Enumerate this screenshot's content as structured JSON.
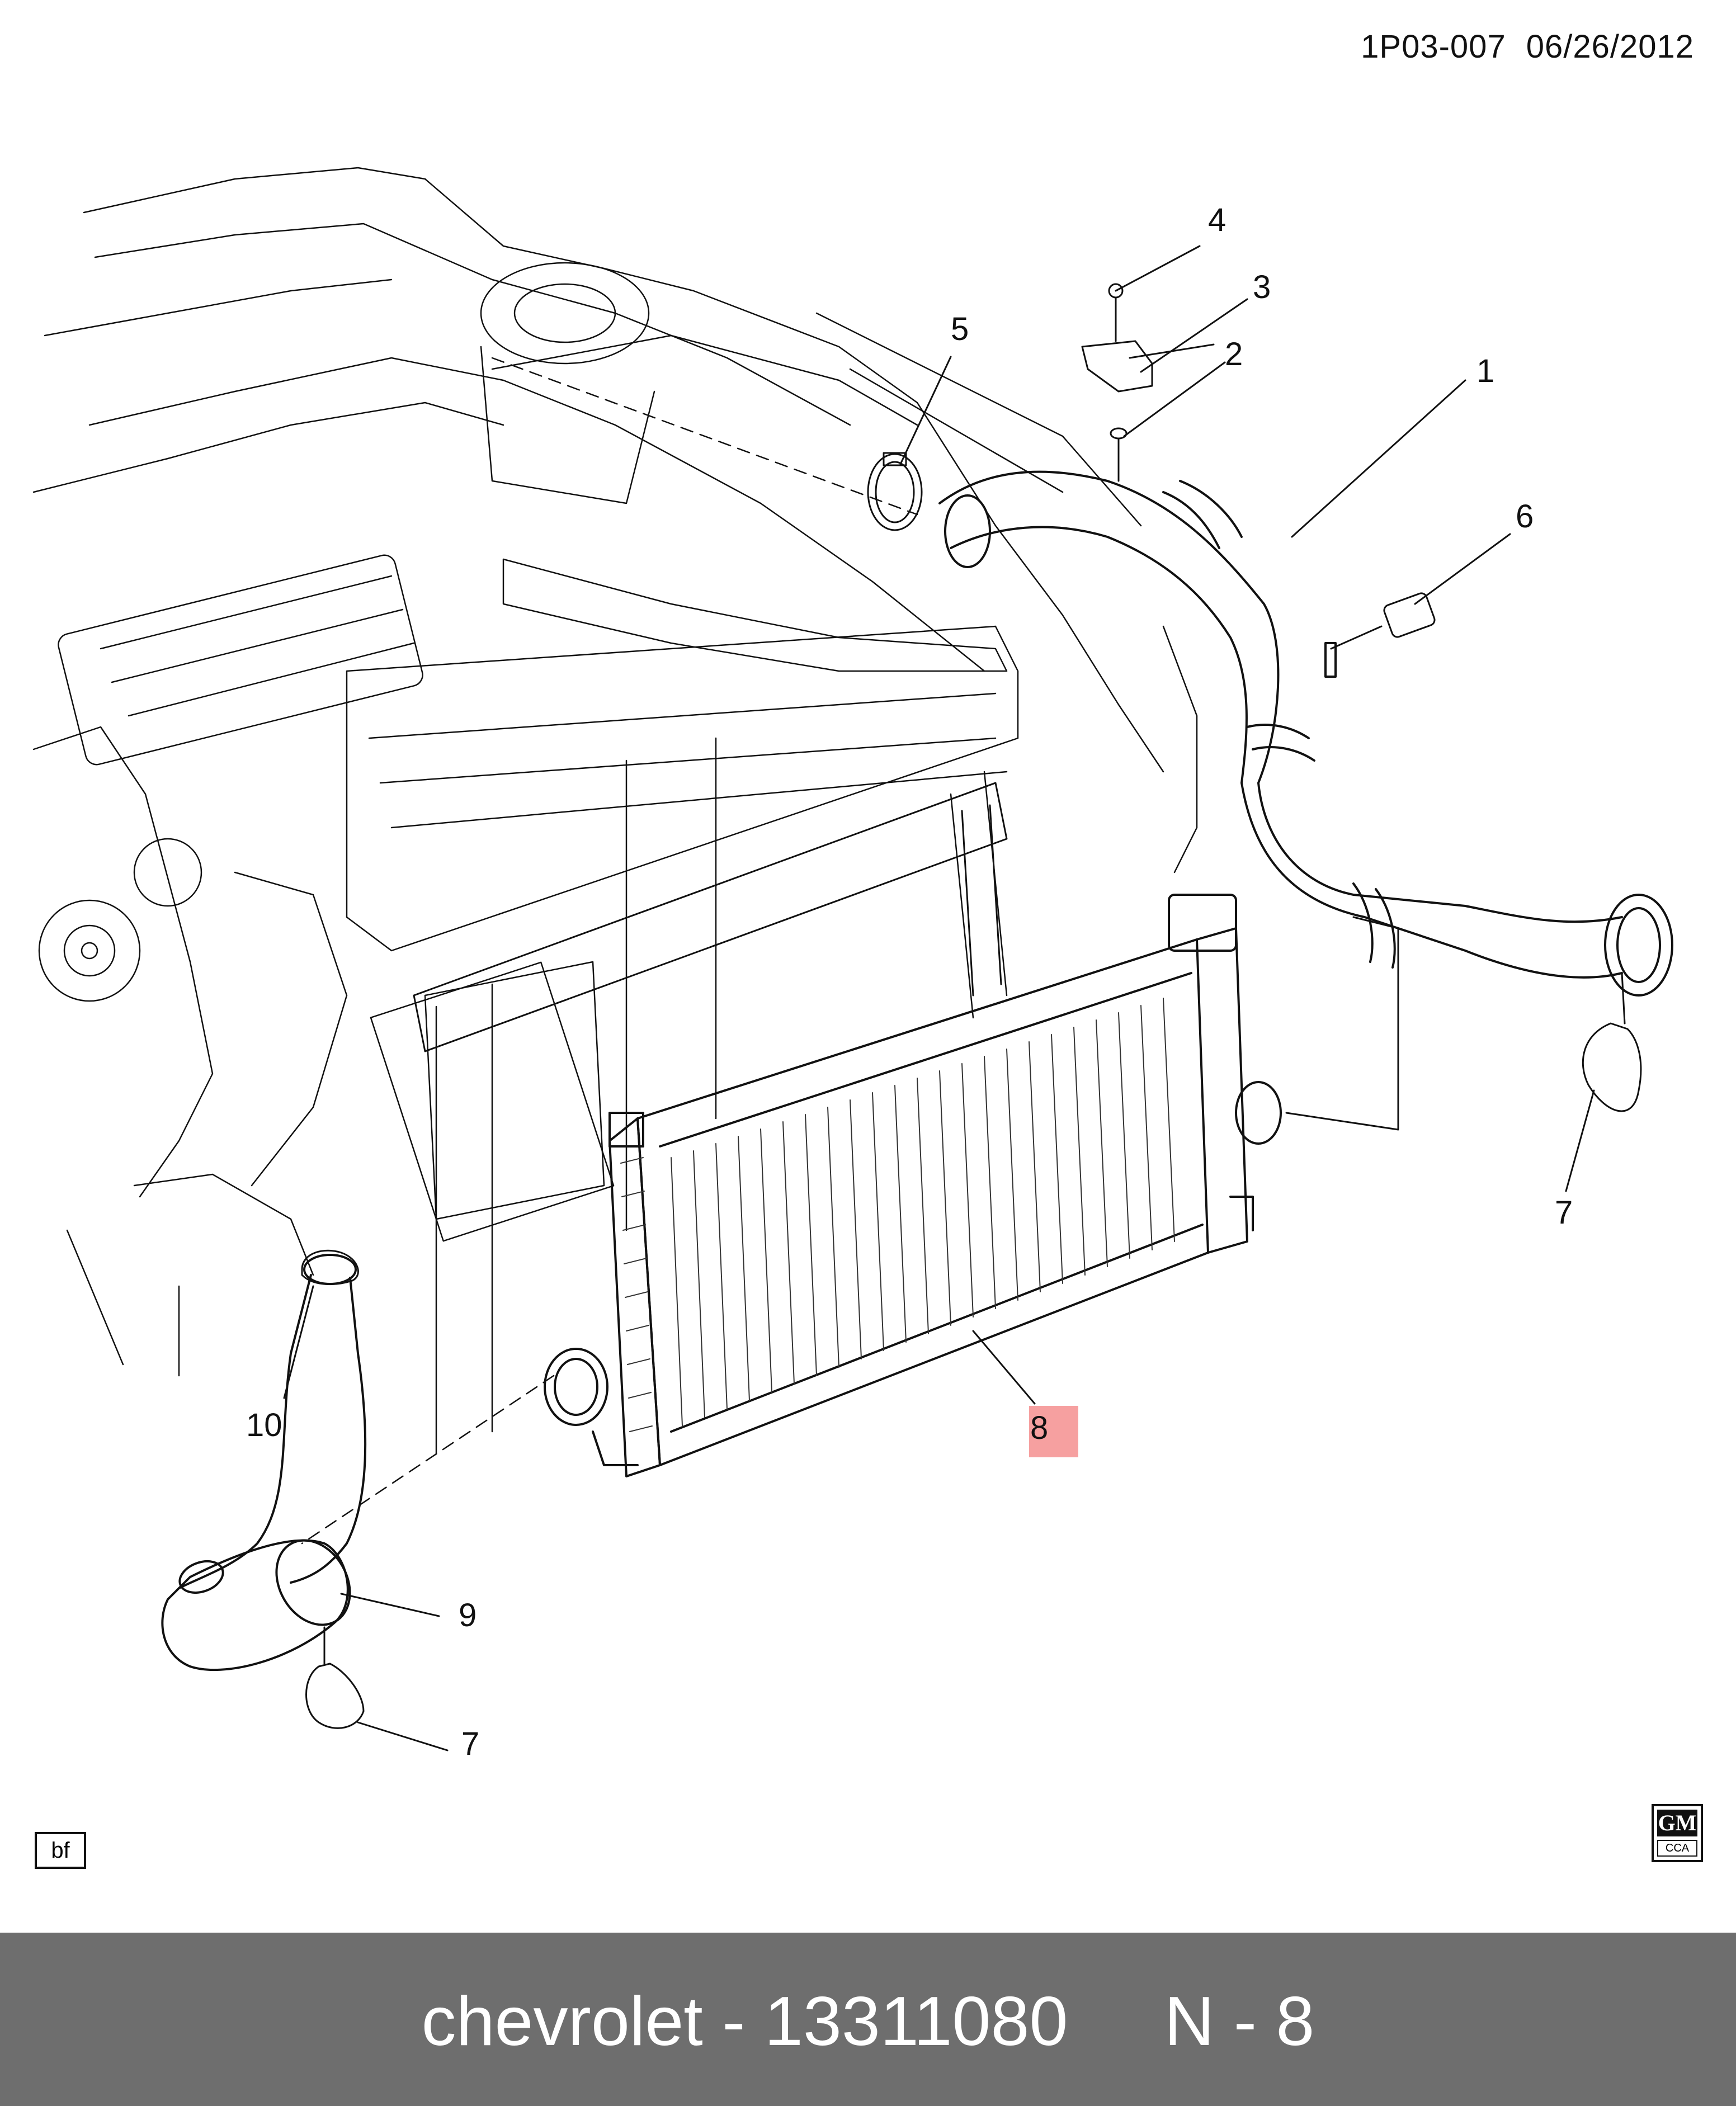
{
  "header": {
    "drawing_code": "1P03-007",
    "date": "06/26/2012"
  },
  "callouts": {
    "c1": "1",
    "c2": "2",
    "c3": "3",
    "c4": "4",
    "c5": "5",
    "c6": "6",
    "c7a": "7",
    "c7b": "7",
    "c8": "8",
    "c9": "9",
    "c10": "10"
  },
  "highlighted_callout": "8",
  "highlight_color": "#f6a0a0",
  "bf_tag": "bf",
  "logo": {
    "brand": "GM",
    "sub": "CCA"
  },
  "footer": {
    "text": "chevrolet - 13311080     N - 8",
    "background": "#6e6e6e"
  }
}
